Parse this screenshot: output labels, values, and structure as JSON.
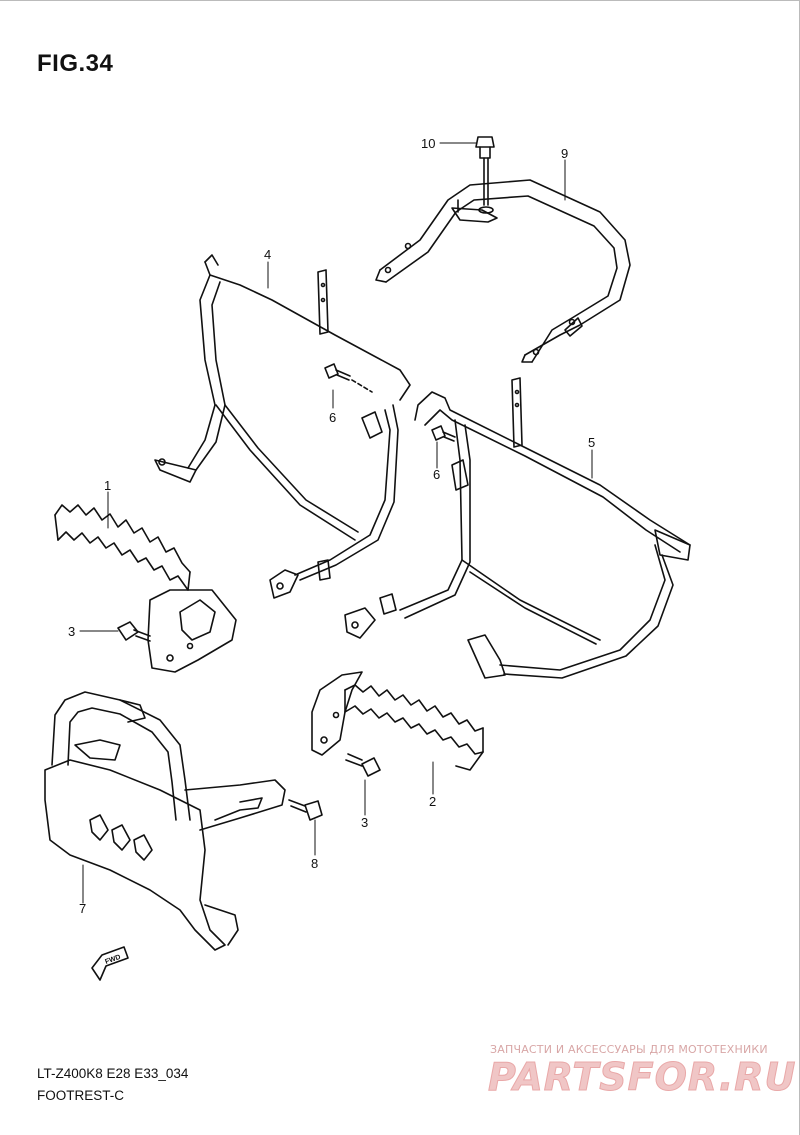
{
  "figure": {
    "title": "FIG.34",
    "model_code": "LT-Z400K8 E28 E33_034",
    "subtitle": "FOOTREST-C"
  },
  "callouts": [
    {
      "id": "c1",
      "label": "1"
    },
    {
      "id": "c2",
      "label": "2"
    },
    {
      "id": "c3a",
      "label": "3"
    },
    {
      "id": "c3b",
      "label": "3"
    },
    {
      "id": "c4",
      "label": "4"
    },
    {
      "id": "c5",
      "label": "5"
    },
    {
      "id": "c6a",
      "label": "6"
    },
    {
      "id": "c6b",
      "label": "6"
    },
    {
      "id": "c7",
      "label": "7"
    },
    {
      "id": "c8",
      "label": "8"
    },
    {
      "id": "c9",
      "label": "9"
    },
    {
      "id": "c10",
      "label": "10"
    }
  ],
  "fwd_arrow": {
    "label": "FWD"
  },
  "watermark": {
    "tagline": "ЗАПЧАСТИ И АКСЕССУАРЫ ДЛЯ МОТОТЕХНИКИ",
    "logo": "PARTSFOR.RU"
  }
}
